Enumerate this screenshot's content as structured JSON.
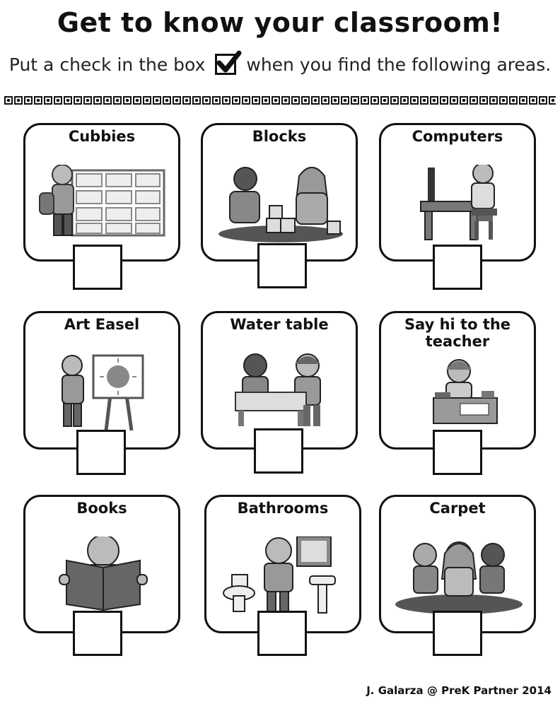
{
  "header": {
    "title": "Get to know your classroom!",
    "instruction_before": "Put a check in the box",
    "instruction_after": "when you find the following areas."
  },
  "areas": [
    {
      "label": "Cubbies",
      "icon": "cubbies-illustration",
      "checked": false
    },
    {
      "label": "Blocks",
      "icon": "blocks-illustration",
      "checked": false
    },
    {
      "label": "Computers",
      "icon": "computers-illustration",
      "checked": false
    },
    {
      "label": "Art Easel",
      "icon": "art-easel-illustration",
      "checked": false
    },
    {
      "label": "Water table",
      "icon": "water-table-illustration",
      "checked": false
    },
    {
      "label": "Say hi to the teacher",
      "icon": "teacher-illustration",
      "checked": false
    },
    {
      "label": "Books",
      "icon": "books-illustration",
      "checked": false
    },
    {
      "label": "Bathrooms",
      "icon": "bathrooms-illustration",
      "checked": false
    },
    {
      "label": "Carpet",
      "icon": "carpet-illustration",
      "checked": false
    }
  ],
  "footer": {
    "credit": "J. Galarza @ PreK Partner 2014"
  }
}
